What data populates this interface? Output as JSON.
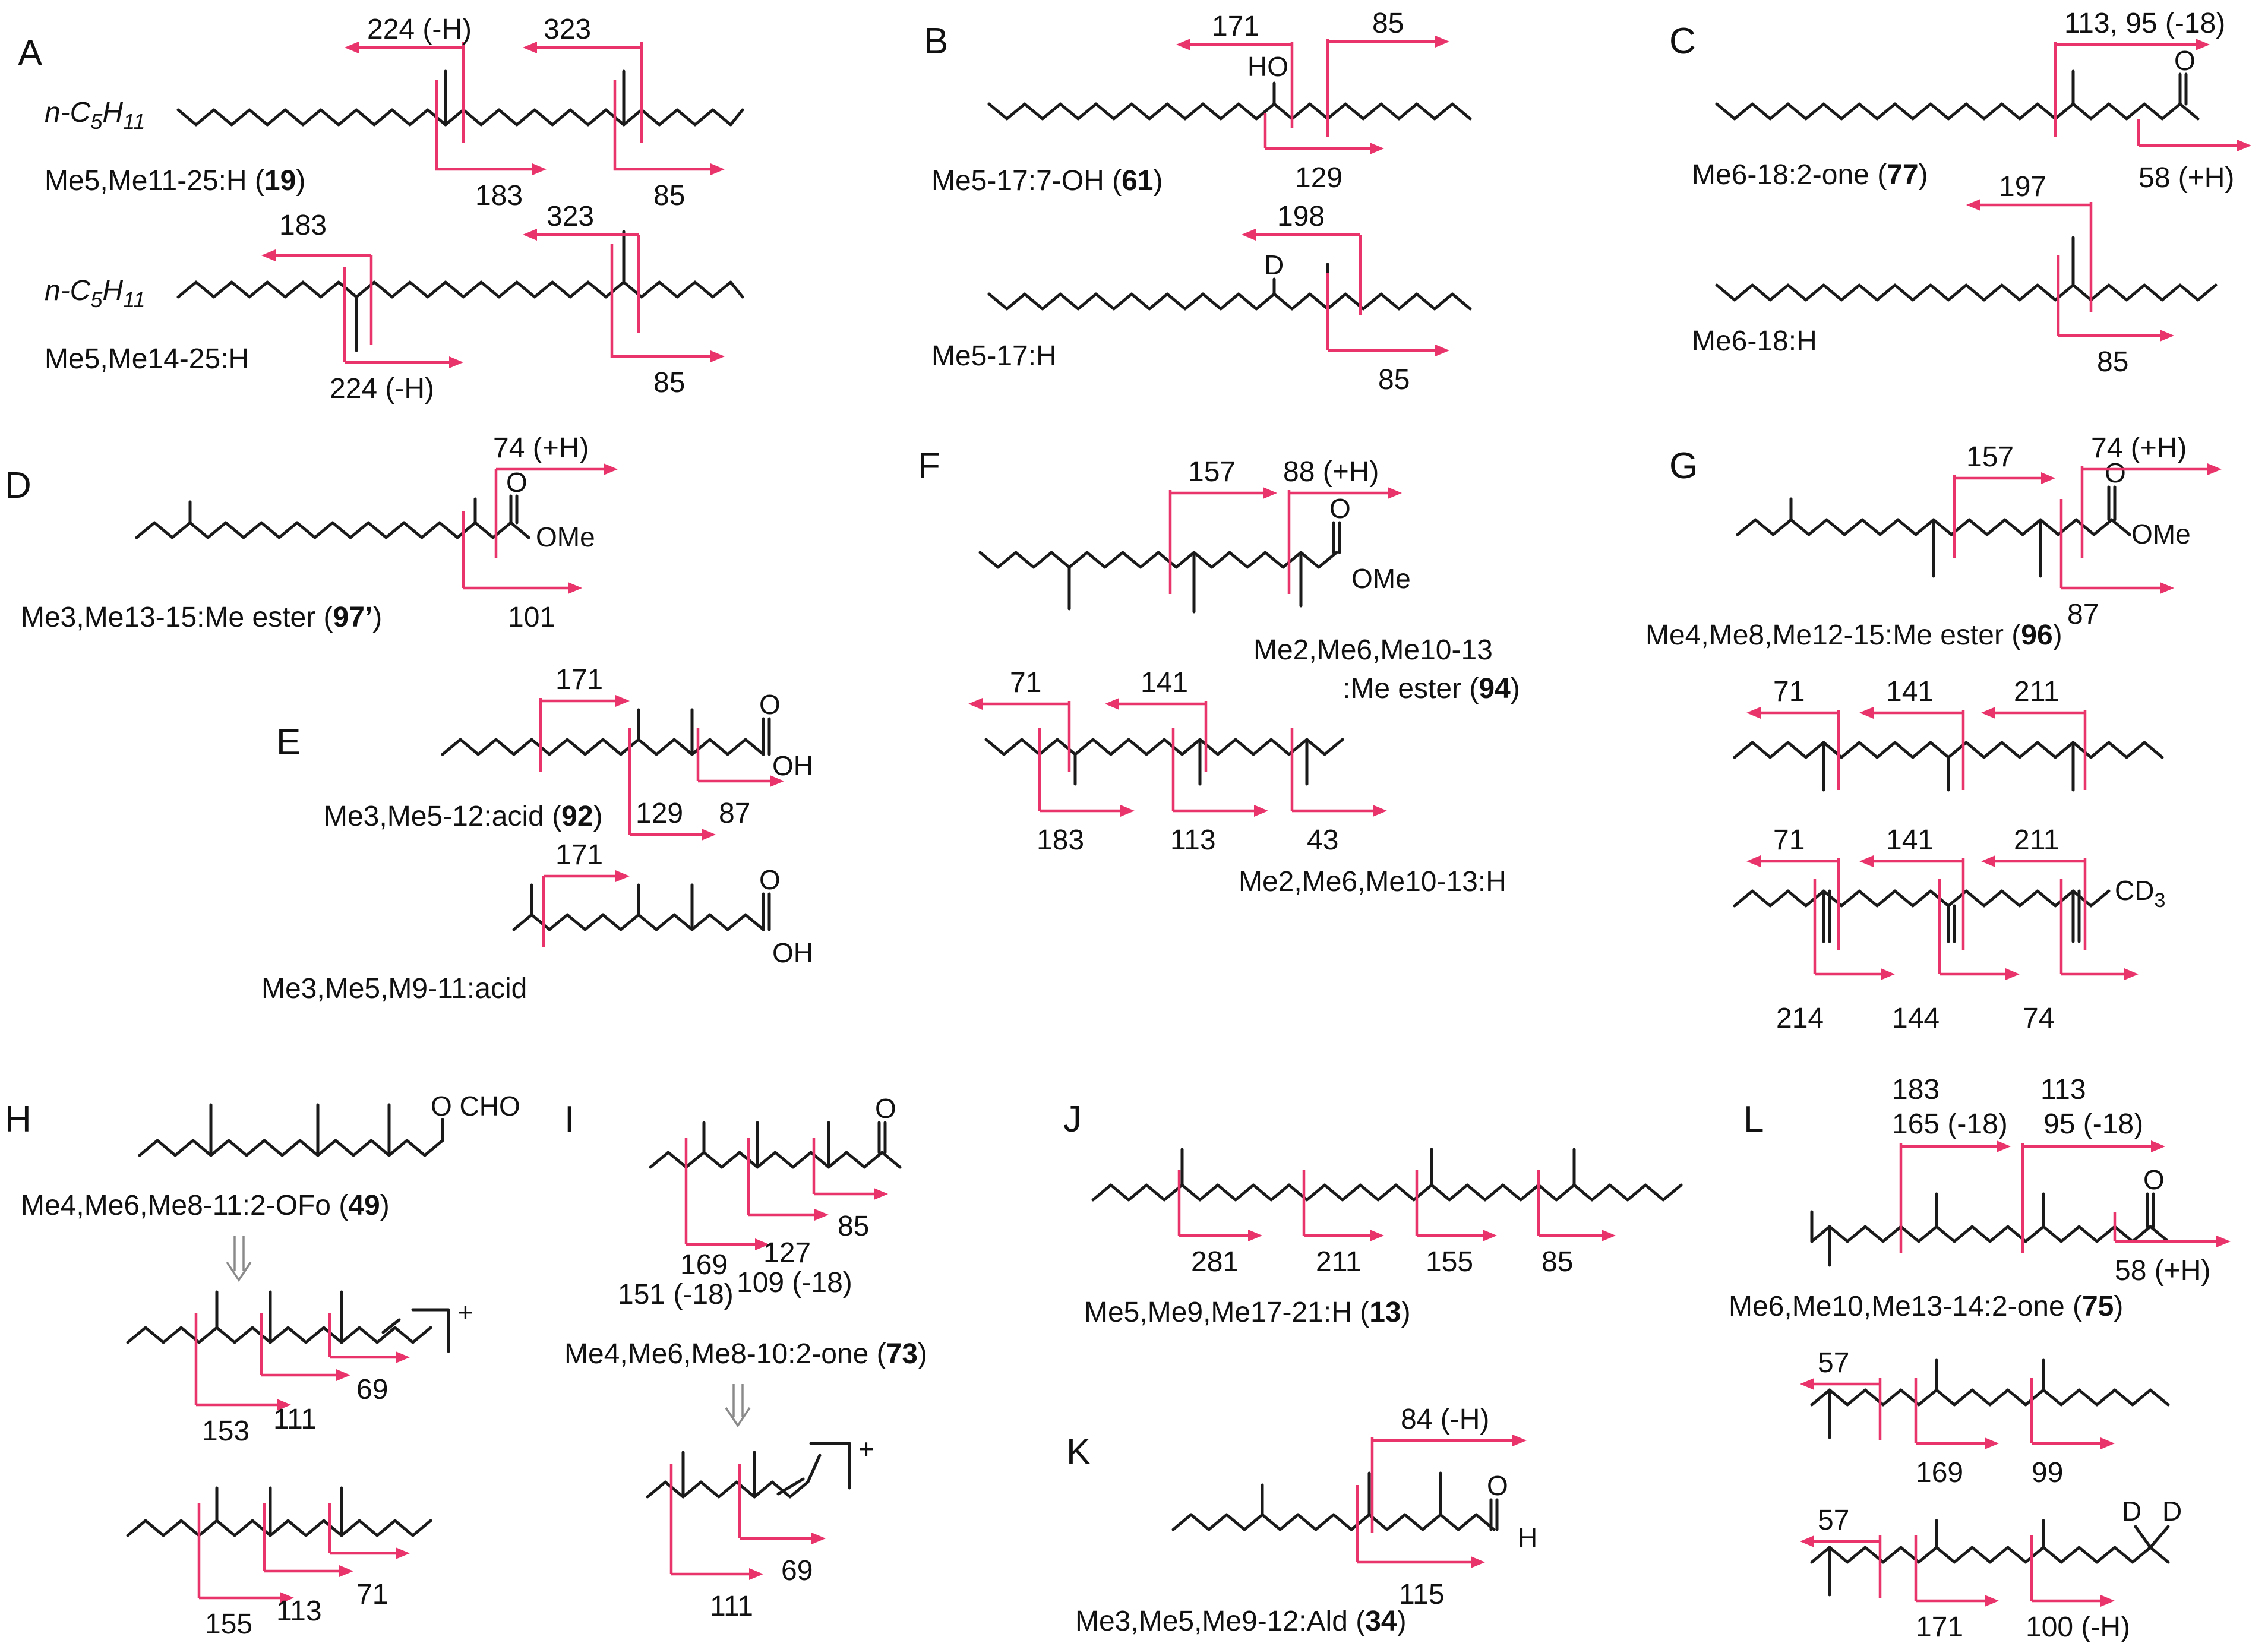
{
  "colors": {
    "fragment": "#e8336b",
    "bond": "#1a1a1a",
    "transform_arrow": "#8a8a8a"
  },
  "panels": [
    {
      "letter": "A",
      "label_1": "Me5,Me11-25:H (",
      "compound_1": "19",
      "label_1_end": ")",
      "label_2": "Me5,Me14-25:H",
      "substituent": "n-C5H11",
      "frags": [
        "224 (-H)",
        "323",
        "183",
        "85",
        "183",
        "323",
        "224 (-H)",
        "85"
      ]
    },
    {
      "letter": "B",
      "label_1": "Me5-17:7-OH (",
      "compound_1": "61",
      "label_1_end": ")",
      "label_2": "Me5-17:H",
      "hydroxyl": "HO",
      "deuterium": "D",
      "frags": [
        "171",
        "85",
        "129",
        "198",
        "85"
      ]
    },
    {
      "letter": "C",
      "label_1": "Me6-18:2-one (",
      "compound_1": "77",
      "label_1_end": ")",
      "label_2": "Me6-18:H",
      "carbonyl_o": "O",
      "frags": [
        "113, 95 (-18)",
        "58 (+H)",
        "197",
        "85"
      ]
    },
    {
      "letter": "D",
      "label_1": "Me3,Me13-15:Me ester (",
      "compound_1": "97’",
      "label_1_end": ")",
      "carbonyl_o": "O",
      "ester": "OMe",
      "frags": [
        "74 (+H)",
        "101"
      ]
    },
    {
      "letter": "E",
      "label_1": "Me3,Me5-12:acid (",
      "compound_1": "92",
      "label_1_end": ")",
      "label_2": "Me3,Me5,M9-11:acid",
      "carbonyl_o": "O",
      "acid": "OH",
      "frags": [
        "171",
        "129",
        "87",
        "171"
      ]
    },
    {
      "letter": "F",
      "label_1": "Me2,Me6,Me10-13",
      "label_1b": ":Me ester (",
      "compound_1": "94",
      "label_1_end": ")",
      "label_2": "Me2,Me6,Me10-13:H",
      "carbonyl_o": "O",
      "ester": "OMe",
      "frags": [
        "157",
        "88 (+H)",
        "71",
        "141",
        "183",
        "113",
        "43"
      ]
    },
    {
      "letter": "G",
      "label_1": "Me4,Me8,Me12-15:Me ester (",
      "compound_1": "96",
      "label_1_end": ")",
      "carbonyl_o": "O",
      "ester": "OMe",
      "cd3": "CD3",
      "frags": [
        "157",
        "74 (+H)",
        "87",
        "71",
        "141",
        "211",
        "71",
        "141",
        "211",
        "214",
        "144",
        "74"
      ]
    },
    {
      "letter": "H",
      "label_1": "Me4,Me6,Me8-11:2-OFo (",
      "compound_1": "49",
      "label_1_end": ")",
      "formate": "O CHO",
      "cation": "+",
      "frags": [
        "153",
        "111",
        "69",
        "155",
        "113",
        "71"
      ]
    },
    {
      "letter": "I",
      "label_1": "Me4,Me6,Me8-10:2-one (",
      "compound_1": "73",
      "label_1_end": ")",
      "carbonyl_o": "O",
      "cation": "+",
      "frags": [
        "169",
        "127",
        "85",
        "151 (-18)",
        "109 (-18)",
        "111",
        "69"
      ]
    },
    {
      "letter": "J",
      "label_1": "Me5,Me9,Me17-21:H (",
      "compound_1": "13",
      "label_1_end": ")",
      "frags": [
        "281",
        "211",
        "155",
        "85"
      ]
    },
    {
      "letter": "K",
      "label_1": "Me3,Me5,Me9-12:Ald (",
      "compound_1": "34",
      "label_1_end": ")",
      "carbonyl_o": "O",
      "aldehyde_h": "H",
      "frags": [
        "84 (-H)",
        "115"
      ]
    },
    {
      "letter": "L",
      "label_1": "Me6,Me10,Me13-14:2-one (",
      "compound_1": "75",
      "label_1_end": ")",
      "carbonyl_o": "O",
      "deuterium": "D",
      "frags": [
        "183",
        "165 (-18)",
        "113",
        "95 (-18)",
        "58 (+H)",
        "57",
        "169",
        "99",
        "57",
        "171",
        "100 (-H)"
      ]
    }
  ]
}
